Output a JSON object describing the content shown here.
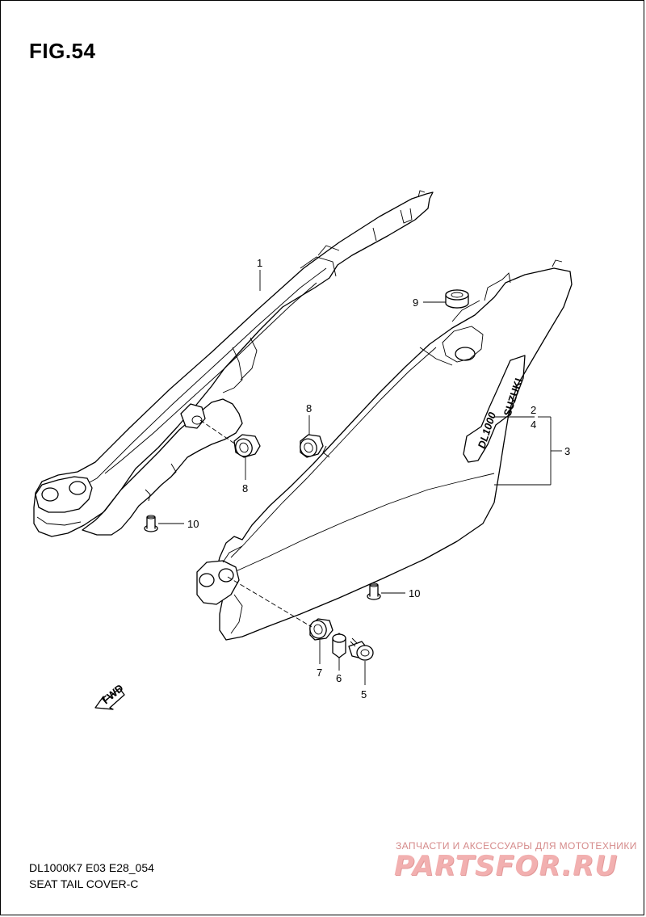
{
  "figure": {
    "title": "FIG.54",
    "model_code": "DL1000K7 E03 E28_054",
    "section_name": "SEAT TAIL COVER-C"
  },
  "callouts": [
    {
      "id": "c1",
      "text": "1"
    },
    {
      "id": "c2",
      "text": "2"
    },
    {
      "id": "c4",
      "text": "4"
    },
    {
      "id": "c3",
      "text": "3"
    },
    {
      "id": "c9",
      "text": "9"
    },
    {
      "id": "c8a",
      "text": "8"
    },
    {
      "id": "c8b",
      "text": "8"
    },
    {
      "id": "c10a",
      "text": "10"
    },
    {
      "id": "c10b",
      "text": "10"
    },
    {
      "id": "c7",
      "text": "7"
    },
    {
      "id": "c6",
      "text": "6"
    },
    {
      "id": "c5",
      "text": "5"
    }
  ],
  "decal": {
    "model_text": "DL1000",
    "brand_text": "SUZUKI"
  },
  "fwd_arrow": {
    "text": "FWD"
  },
  "watermark": {
    "tagline": "ЗАПЧАСТИ И АКСЕССУАРЫ ДЛЯ МОТОТЕХНИКИ",
    "logo": "PARTSFOR.RU"
  }
}
